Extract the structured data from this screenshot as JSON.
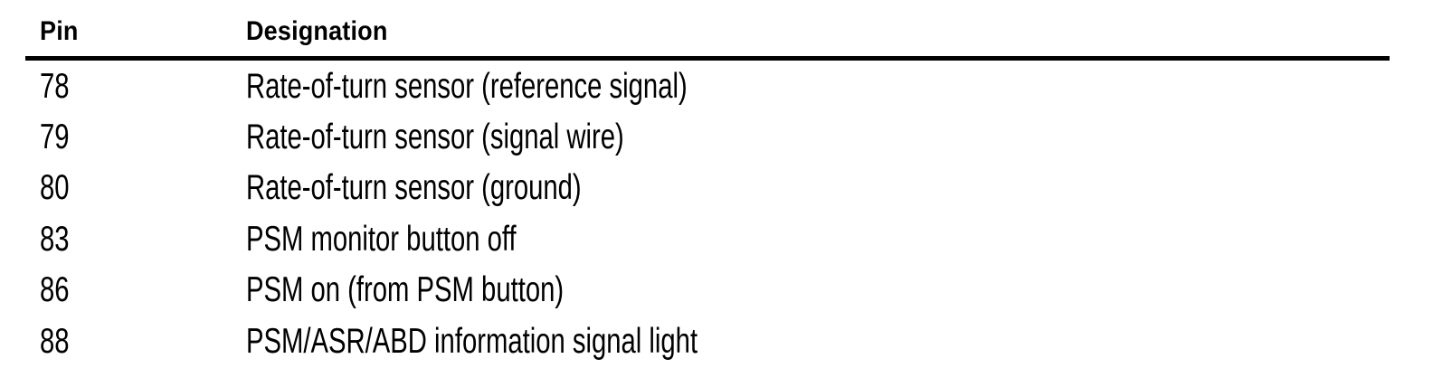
{
  "table": {
    "columns": {
      "pin": "Pin",
      "designation": "Designation"
    },
    "rows": [
      {
        "pin": "78",
        "designation": "Rate-of-turn sensor (reference signal)"
      },
      {
        "pin": "79",
        "designation": "Rate-of-turn sensor (signal wire)"
      },
      {
        "pin": "80",
        "designation": "Rate-of-turn sensor (ground)"
      },
      {
        "pin": "83",
        "designation": "PSM monitor button off"
      },
      {
        "pin": "86",
        "designation": "PSM on (from PSM button)"
      },
      {
        "pin": "88",
        "designation": "PSM/ASR/ABD information signal light"
      }
    ],
    "colors": {
      "text": "#000000",
      "background": "#ffffff",
      "rule": "#000000"
    }
  }
}
